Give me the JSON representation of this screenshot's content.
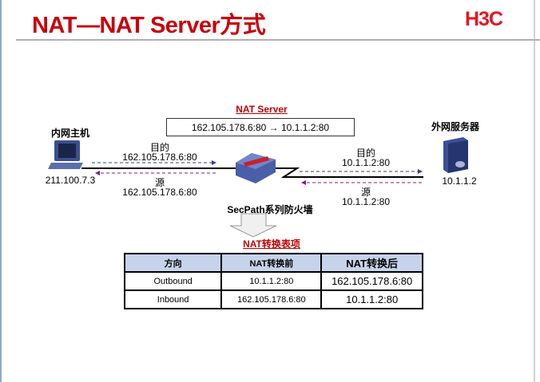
{
  "title": "NAT—NAT Server方式",
  "logo": "H3C",
  "nat_server": {
    "label": "NAT Server",
    "mapping": "162.105.178.6:80 → 10.1.1.2:80"
  },
  "inner_host": {
    "label": "内网主机",
    "ip": "211.100.7.3"
  },
  "outer_server": {
    "label": "外网服务器",
    "ip": "10.1.1.2"
  },
  "left_flow": {
    "dst_label": "目的",
    "dst": "162.105.178.6:80",
    "src_label": "源",
    "src": "162.105.178.6:80"
  },
  "right_flow": {
    "dst_label": "目的",
    "dst": "10.1.1.2:80",
    "src_label": "源",
    "src": "10.1.1.2:80"
  },
  "firewall": "SecPath系列防火墙",
  "table": {
    "title": "NAT转换表项",
    "headers": [
      "方向",
      "NAT转换前",
      "NAT转换后"
    ],
    "rows": [
      [
        "Outbound",
        "10.1.1.2:80",
        "162.105.178.6:80"
      ],
      [
        "Inbound",
        "162.105.178.6:80",
        "10.1.1.2:80"
      ]
    ]
  },
  "colors": {
    "title": "#c8000a",
    "dst_arrow": "#3a3a9a",
    "src_arrow": "#8a1a8a",
    "table_header": "#c6d3ea"
  }
}
